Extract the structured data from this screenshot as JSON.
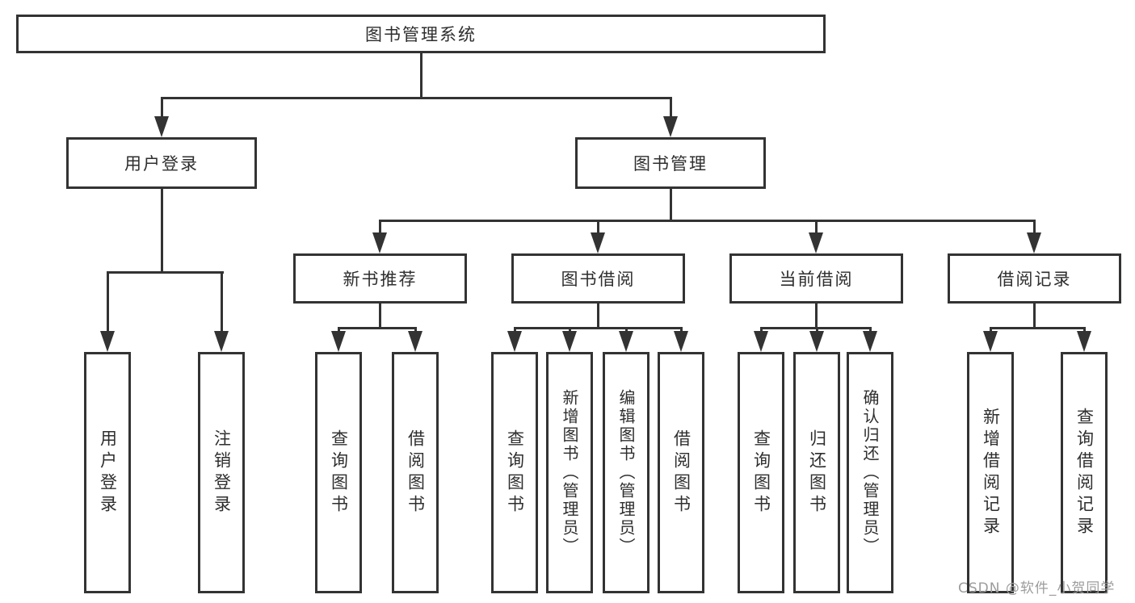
{
  "title": "图书管理系统",
  "watermark": "CSDN @软件_小贺同学",
  "colors": {
    "line": "#333333",
    "box_border": "#333333",
    "text": "#2e2e2e",
    "watermark": "#9c9c9c",
    "background": "#ffffff"
  },
  "tree": {
    "root": {
      "label": "图书管理系统"
    },
    "branches": [
      {
        "label": "用户登录",
        "leaves": [
          {
            "label": "用户登录"
          },
          {
            "label": "注销登录"
          }
        ]
      },
      {
        "label": "图书管理",
        "children": [
          {
            "label": "新书推荐",
            "leaves": [
              {
                "label": "查询图书"
              },
              {
                "label": "借阅图书"
              }
            ]
          },
          {
            "label": "图书借阅",
            "leaves": [
              {
                "label": "查询图书"
              },
              {
                "label": "新增图书（管理员）"
              },
              {
                "label": "编辑图书（管理员）"
              },
              {
                "label": "借阅图书"
              }
            ]
          },
          {
            "label": "当前借阅",
            "leaves": [
              {
                "label": "查询图书"
              },
              {
                "label": "归还图书"
              },
              {
                "label": "确认归还（管理员）"
              }
            ]
          },
          {
            "label": "借阅记录",
            "leaves": [
              {
                "label": "新增借阅记录"
              },
              {
                "label": "查询借阅记录"
              }
            ]
          }
        ]
      }
    ]
  }
}
